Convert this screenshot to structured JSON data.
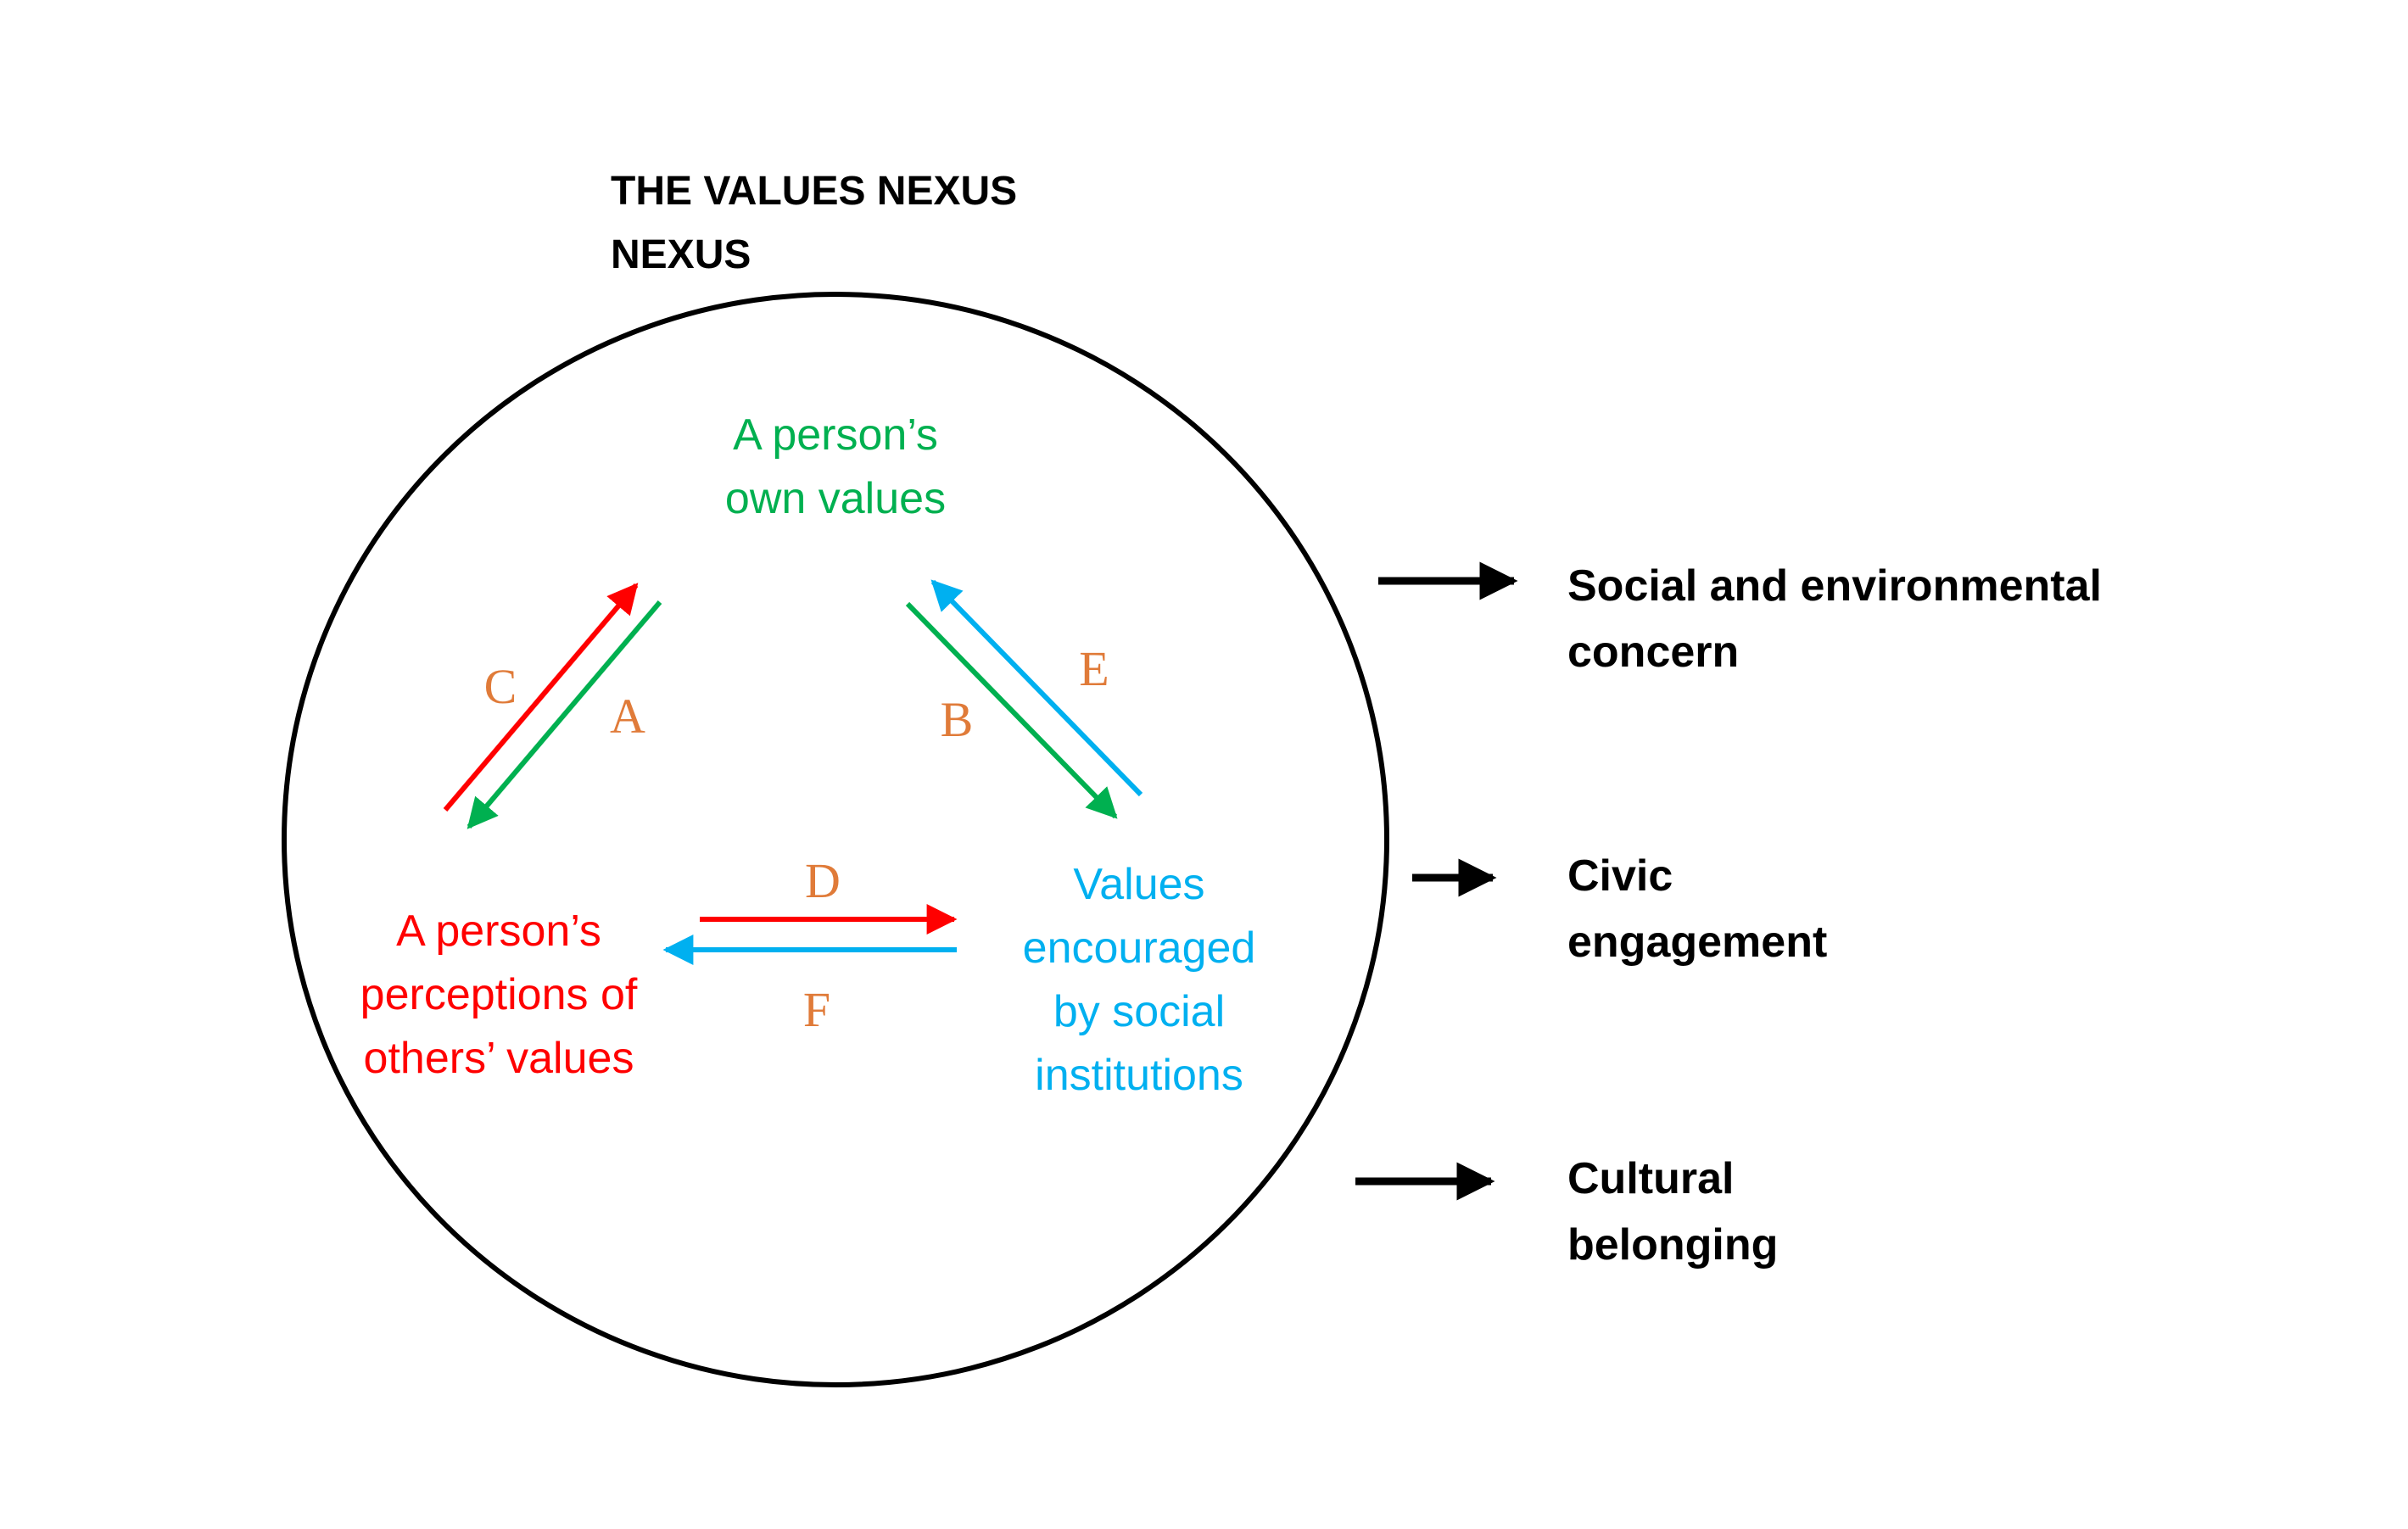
{
  "title": {
    "line1": "THE VALUES NEXUS",
    "line2": "NEXUS"
  },
  "nodes": {
    "own": {
      "lines": [
        "A person’s",
        "own values"
      ],
      "color": "#00B050"
    },
    "perceptions": {
      "lines": [
        "A person’s",
        "perceptions of",
        "others’ values"
      ],
      "color": "#FF0000"
    },
    "institutions": {
      "lines": [
        "Values",
        "encouraged",
        "by social",
        "institutions"
      ],
      "color": "#00B0F0"
    }
  },
  "arrows": {
    "A": {
      "label": "A",
      "color": "#00B050"
    },
    "B": {
      "label": "B",
      "color": "#00B050"
    },
    "C": {
      "label": "C",
      "color": "#FF0000"
    },
    "D": {
      "label": "D",
      "color": "#FF0000"
    },
    "E": {
      "label": "E",
      "color": "#00B0F0"
    },
    "F": {
      "label": "F",
      "color": "#00B0F0"
    }
  },
  "letter_color": "#E07B39",
  "outcomes": [
    {
      "lines": [
        "Social and environmental",
        "concern"
      ]
    },
    {
      "lines": [
        "Civic",
        "engagement"
      ]
    },
    {
      "lines": [
        "Cultural",
        "belonging"
      ]
    }
  ]
}
